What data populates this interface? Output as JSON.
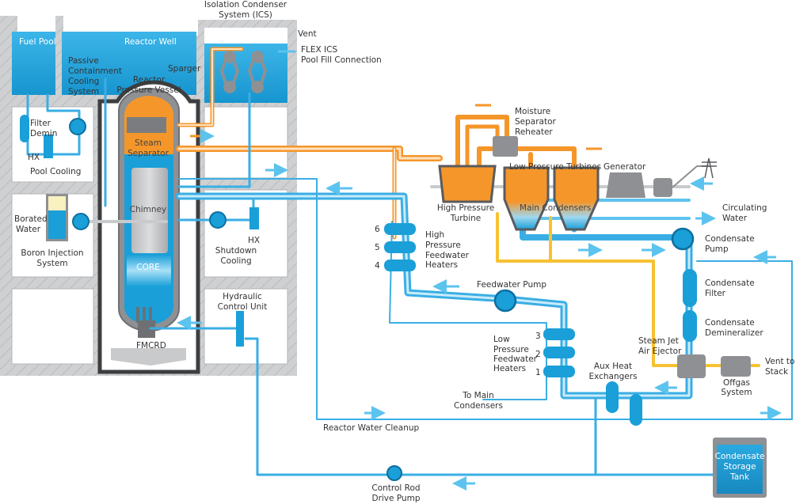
{
  "title": "ESBWR Nuclear Power Plant Schematic",
  "colors": {
    "water_dark": "#1a9fd8",
    "water_light": "#5cc3ee",
    "pipe_blue": "#3aaee4",
    "pipe_blue_light": "#c8ebfa",
    "steam_orange": "#f5962a",
    "steam_light": "#fde2c2",
    "offgas_yellow": "#f6c232",
    "wall_gray": "#c9cacc",
    "component_gray": "#8e9093",
    "dark_outline": "#3d3e40",
    "pump_dark": "#0d6fa0"
  },
  "labels": {
    "isolation_condenser": [
      "Isolation Condenser",
      "System (ICS)"
    ],
    "vent": "Vent",
    "flex_ics": [
      "FLEX ICS",
      "Pool Fill Connection"
    ],
    "fuel_pool": "Fuel Pool",
    "reactor_well": "Reactor Well",
    "pccs": [
      "Passive",
      "Containment",
      "Cooling",
      "System"
    ],
    "sparger": "Sparger",
    "rpv": [
      "Reactor",
      "Pressure Vessel"
    ],
    "filter_demin": [
      "Filter",
      "Demin"
    ],
    "hx_pool": "HX",
    "pool_cooling": "Pool Cooling",
    "steam_separator": [
      "Steam",
      "Separator"
    ],
    "chimney": "Chimney",
    "core": "CORE",
    "borated_water": [
      "Borated",
      "Water"
    ],
    "boron_injection": [
      "Boron Injection",
      "System"
    ],
    "hx_shutdown": "HX",
    "shutdown_cooling": [
      "Shutdown",
      "Cooling"
    ],
    "hydraulic_control_unit": [
      "Hydraulic",
      "Control Unit"
    ],
    "fmcrd": "FMCRD",
    "moisture_separator": [
      "Moisture",
      "Separator",
      "Reheater"
    ],
    "low_pressure_turbines": "Low Pressure Turbines",
    "generator": "Generator",
    "high_pressure_turbine": [
      "High Pressure",
      "Turbine"
    ],
    "main_condensers": "Main Condensers",
    "circulating_water": [
      "Circulating",
      "Water"
    ],
    "condensate_pump": [
      "Condensate",
      "Pump"
    ],
    "hp_heaters": [
      "High",
      "Pressure",
      "Feedwater",
      "Heaters"
    ],
    "hp_heater_numbers": [
      "6",
      "5",
      "4"
    ],
    "feedwater_pump": "Feedwater Pump",
    "condensate_filter": [
      "Condensate",
      "Filter"
    ],
    "condensate_demineralizer": [
      "Condensate",
      "Demineralizer"
    ],
    "lp_heaters": [
      "Low",
      "Pressure",
      "Feedwater",
      "Heaters"
    ],
    "lp_heater_numbers": [
      "3",
      "2",
      "1"
    ],
    "aux_heat_exchangers": [
      "Aux Heat",
      "Exchangers"
    ],
    "steam_jet_air_ejector": [
      "Steam Jet",
      "Air Ejector"
    ],
    "vent_to_stack": [
      "Vent to",
      "Stack"
    ],
    "offgas_system": [
      "Offgas",
      "System"
    ],
    "to_main_condensers": [
      "To Main",
      "Condensers"
    ],
    "reactor_water_cleanup": "Reactor Water Cleanup",
    "condensate_storage_tank": [
      "Condensate",
      "Storage",
      "Tank"
    ],
    "crd_pump": [
      "Control Rod",
      "Drive Pump"
    ]
  }
}
